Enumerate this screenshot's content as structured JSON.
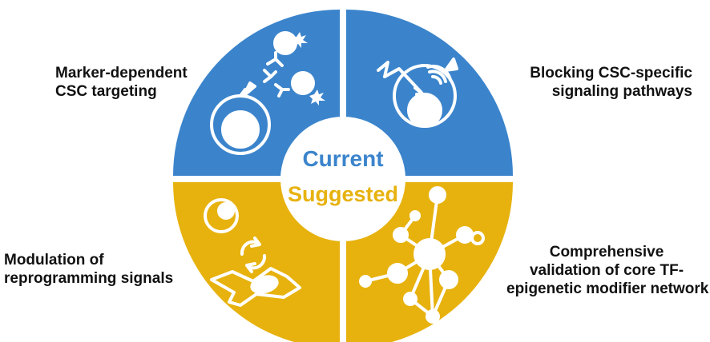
{
  "colors": {
    "current": "#3b84cc",
    "suggested": "#e7b20e",
    "center_fill": "#ffffff",
    "current_text": "#3b84cc",
    "suggested_text": "#e7b20e",
    "label_text": "#111111"
  },
  "center": {
    "current_label": "Current",
    "suggested_label": "Suggested"
  },
  "quadrants": {
    "top_left": {
      "lines": [
        "Marker-dependent",
        "CSC targeting"
      ],
      "icon": "antibody-cell-targeting-icon"
    },
    "top_right": {
      "lines": [
        "Blocking CSC-specific",
        "signaling pathways"
      ],
      "icon": "signal-blocking-cell-icon"
    },
    "bottom_left": {
      "lines": [
        "Modulation of",
        "reprogramming signals"
      ],
      "icon": "cell-reprogramming-cycle-icon"
    },
    "bottom_right": {
      "lines": [
        "Comprehensive",
        "validation of core TF-",
        "epigenetic modifier network"
      ],
      "icon": "network-nodes-icon"
    }
  }
}
